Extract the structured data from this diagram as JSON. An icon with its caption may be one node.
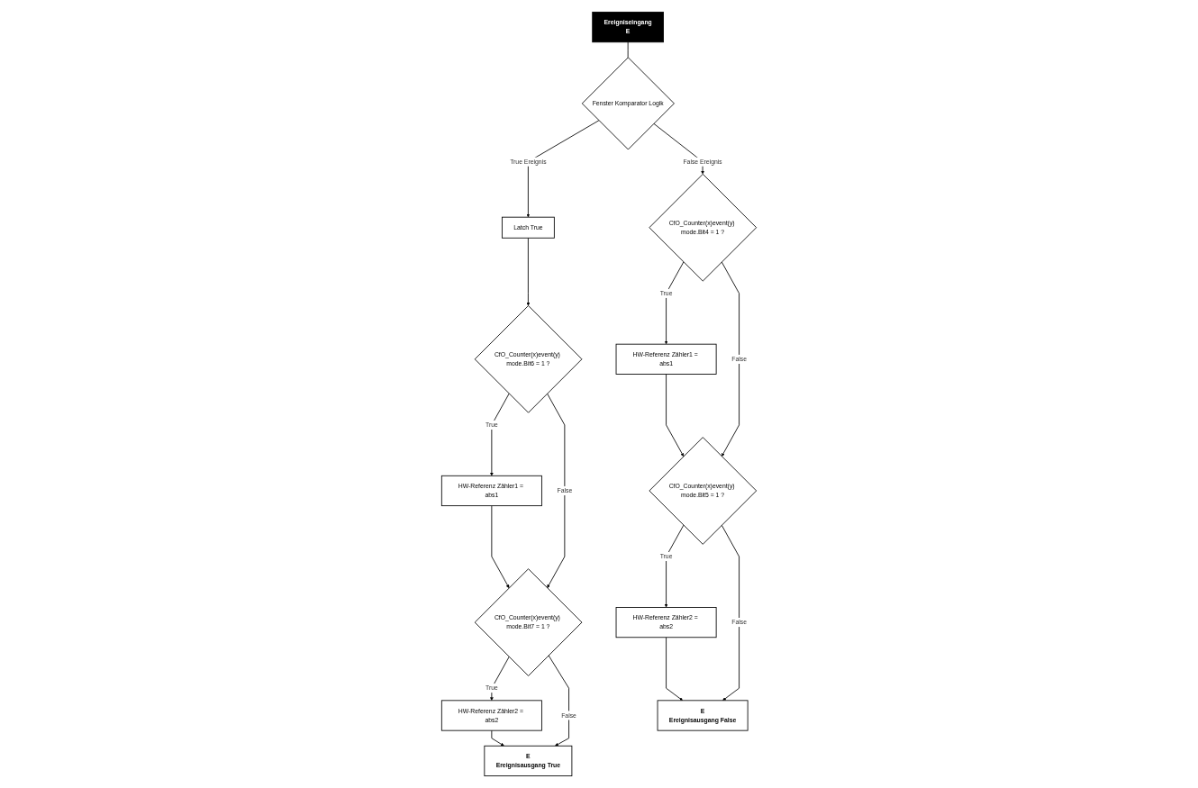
{
  "diagram": {
    "nodes": [
      {
        "text": [
          "Ereigniseingang",
          "E"
        ]
      },
      {
        "text": [
          "Fenster Komparator Logik"
        ]
      },
      {
        "text": [
          "Latch True"
        ]
      },
      {
        "text": [
          "CfO_Counter(x)event(y) mode.Bit6 = 1 ?"
        ]
      },
      {
        "text": [
          "HW-Referenz Zähler1 = abs1"
        ]
      },
      {
        "text": [
          "CfO_Counter(x)event(y) mode.Bit7 = 1 ?"
        ]
      },
      {
        "text": [
          "HW-Referenz Zähler2 = abs2"
        ]
      },
      {
        "text": [
          "E",
          "Ereignisausgang True"
        ]
      },
      {
        "text": [
          "CfO_Counter(x)event(y) mode.Bit4 = 1 ?"
        ]
      },
      {
        "text": [
          "HW-Referenz Zähler1 = abs1"
        ]
      },
      {
        "text": [
          "CfO_Counter(x)event(y) mode.Bit5 = 1 ?"
        ]
      },
      {
        "text": [
          "HW-Referenz Zähler2 = abs2"
        ]
      },
      {
        "text": [
          "E",
          "Ereignisausgang False"
        ]
      }
    ],
    "edges": [
      {
        "from": 0,
        "to": 1,
        "arrow": "none"
      },
      {
        "from": 1,
        "to": 2,
        "arrow": "to",
        "label": "True Ereignis"
      },
      {
        "from": 1,
        "to": 8,
        "arrow": "to",
        "label": "False Ereignis"
      },
      {
        "from": 2,
        "to": 3,
        "arrow": "to"
      },
      {
        "from": 3,
        "to": 4,
        "arrow": "to",
        "label": "True"
      },
      {
        "from": 3,
        "to": 5,
        "arrow": "to",
        "label": "False"
      },
      {
        "from": 4,
        "to": 5,
        "arrow": "to"
      },
      {
        "from": 5,
        "to": 6,
        "arrow": "to",
        "label": "True"
      },
      {
        "from": 5,
        "to": 7,
        "arrow": "to",
        "label": "False"
      },
      {
        "from": 6,
        "to": 7,
        "arrow": "to"
      },
      {
        "from": 8,
        "to": 9,
        "arrow": "to",
        "label": "True"
      },
      {
        "from": 8,
        "to": 10,
        "arrow": "to",
        "label": "False"
      },
      {
        "from": 9,
        "to": 10,
        "arrow": "to"
      },
      {
        "from": 10,
        "to": 11,
        "arrow": "to",
        "label": "True"
      },
      {
        "from": 10,
        "to": 12,
        "arrow": "to",
        "label": "False"
      },
      {
        "from": 11,
        "to": 12,
        "arrow": "to"
      }
    ]
  }
}
